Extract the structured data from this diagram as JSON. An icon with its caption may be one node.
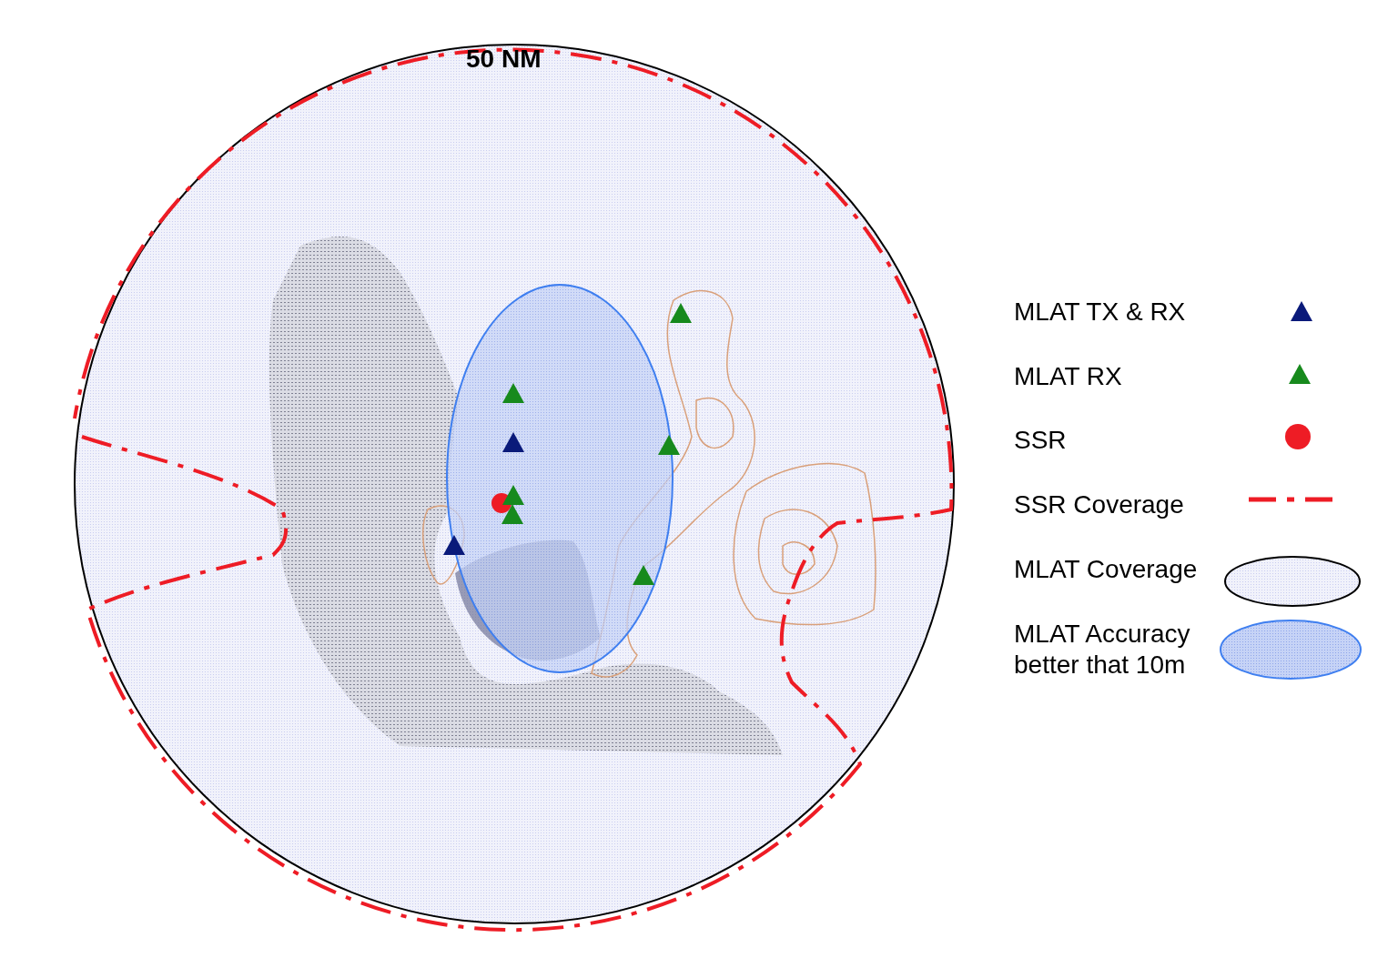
{
  "diagram": {
    "labels": [
      "50 NM"
    ],
    "legend": [
      {
        "text": "MLAT TX & RX"
      },
      {
        "text": "MLAT RX"
      },
      {
        "text": "SSR"
      },
      {
        "text": "SSR Coverage"
      },
      {
        "text": "MLAT Coverage"
      },
      {
        "text": "MLAT Accuracy better that 10m"
      }
    ]
  }
}
